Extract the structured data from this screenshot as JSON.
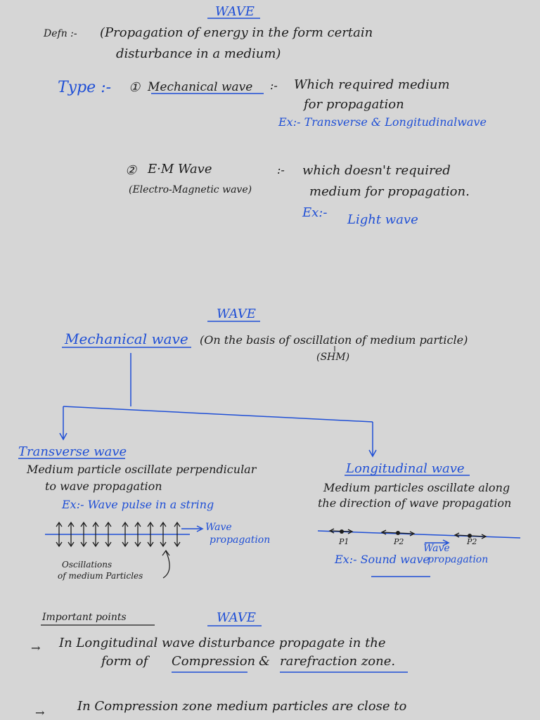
{
  "page1": {
    "title": "WAVE",
    "def_label": "Defn :-",
    "def_line1": "(Propagation of energy in the form certain",
    "def_line2": "disturbance in a medium)",
    "type_label": "Type :-",
    "mech_num": "①",
    "mech_title": "Mechanical wave",
    "mech_sep": ":-",
    "mech_desc1": "Which required medium",
    "mech_desc2": "for propagation",
    "mech_ex": "Ex:- Transverse & Longitudinalwave",
    "em_num": "②",
    "em_title": "E·M Wave",
    "em_full": "(Electro-Magnetic wave)",
    "em_sep": ":-",
    "em_desc1": "which doesn't required",
    "em_desc2": "medium for propagation.",
    "em_ex_label": "Ex:-",
    "em_ex": "Light wave"
  },
  "page2": {
    "title": "WAVE",
    "mech_title": "Mechanical wave",
    "basis": "(On the basis of oscillation of medium particle)",
    "shm": "(SHM)",
    "transverse": {
      "title": "Transverse wave",
      "desc1": "Medium particle oscillate perpendicular",
      "desc2": "to wave propagation",
      "ex": "Ex:- Wave pulse in a string",
      "arrow_label1": "Wave",
      "arrow_label2": "propagation",
      "osc_label1": "Oscillations",
      "osc_label2": "of medium Particles"
    },
    "longitudinal": {
      "title": "Longitudinal wave",
      "desc1": "Medium particles oscillate along",
      "desc2": "the direction of wave propagation",
      "p1": "P1",
      "p2": "P2",
      "p3": "P2",
      "wave_label1": "Wave",
      "wave_label2": "propagation",
      "ex": "Ex:- Sound wave"
    }
  },
  "page3": {
    "important": "Important points",
    "title": "WAVE",
    "bullet1_arrow": "→",
    "bullet1_text1": "In Longitudinal wave disturbance propagate in the",
    "bullet1_text2a": "form of",
    "bullet1_text2b": "Compression",
    "bullet1_text2c": "&",
    "bullet1_text2d": "rarefraction zone.",
    "bullet2_arrow": "→",
    "bullet2_text": "In Compression zone medium particles are close to"
  },
  "colors": {
    "background": "#d6d6d6",
    "ink_black": "#1c1c1c",
    "ink_blue": "#1f4fd6"
  }
}
